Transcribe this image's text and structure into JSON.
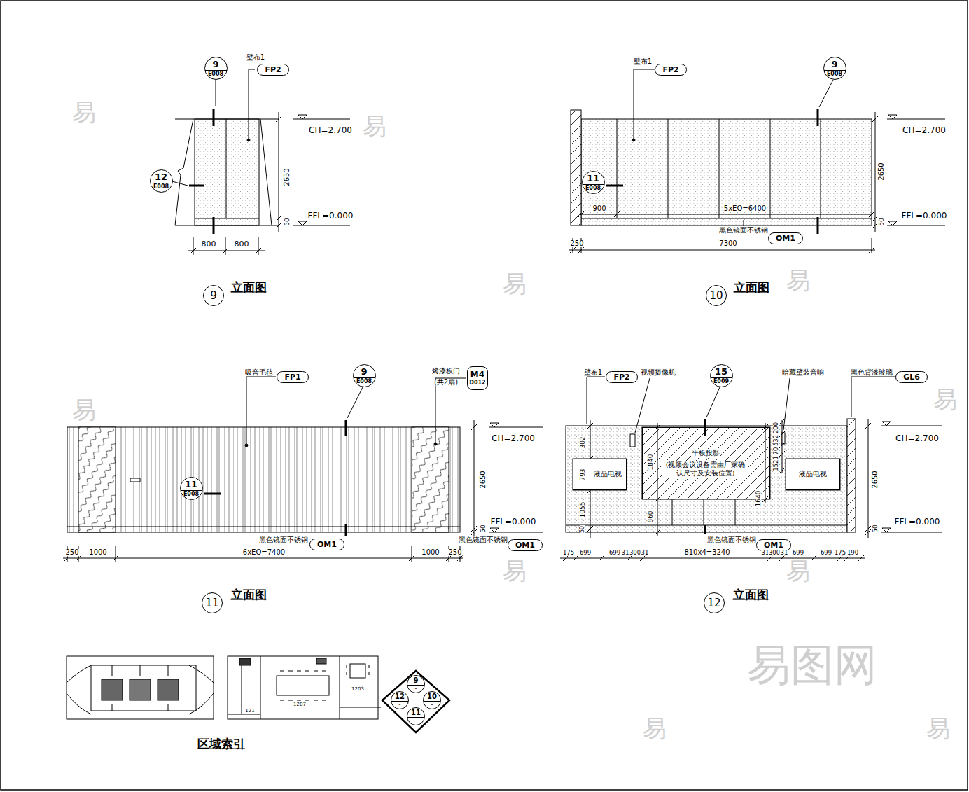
{
  "diagram": {
    "nodes": [
      {
        "text": [
          "9",
          "E008"
        ]
      },
      {
        "text": [
          "FP2"
        ]
      },
      {
        "text": [
          "12",
          "E008"
        ]
      },
      {
        "text": [
          "9"
        ]
      },
      {
        "text": [
          "FP2"
        ]
      },
      {
        "text": [
          "9",
          "E008"
        ]
      },
      {
        "text": [
          "11",
          "E008"
        ]
      },
      {
        "text": [
          "OM1"
        ]
      },
      {
        "text": [
          "10"
        ]
      },
      {
        "text": [
          "FP1"
        ]
      },
      {
        "text": [
          "9",
          "E008"
        ]
      },
      {
        "text": [
          "M4",
          "D012"
        ]
      },
      {
        "text": [
          "11",
          "E008"
        ]
      },
      {
        "text": [
          "OM1"
        ]
      },
      {
        "text": [
          "OM1"
        ]
      },
      {
        "text": [
          "11"
        ]
      },
      {
        "text": [
          "FP2"
        ]
      },
      {
        "text": [
          "15",
          "E009"
        ]
      },
      {
        "text": [
          "GL6"
        ]
      },
      {
        "text": [
          "液晶电视"
        ]
      },
      {
        "text": [
          "平板投影",
          "(视频会议设备需由厂家确认尺寸及安装位置)"
        ]
      },
      {
        "text": [
          "液晶电视"
        ]
      },
      {
        "text": [
          "OM1"
        ]
      },
      {
        "text": [
          "12"
        ]
      },
      {
        "text": [
          "9",
          "-"
        ]
      },
      {
        "text": [
          "12",
          "-"
        ]
      },
      {
        "text": [
          "10",
          "-"
        ]
      },
      {
        "text": [
          "11",
          "-"
        ]
      }
    ],
    "labels": [
      "壁布1",
      "CH=2.700",
      "2650",
      "FFL=0.000",
      "50",
      "800",
      "800",
      "立面图",
      "壁布1",
      "黑色镜面不锈钢",
      "CH=2.700",
      "2650",
      "FFL=0.000",
      "50",
      "900",
      "5xEQ=6400",
      "250",
      "7300",
      "立面图",
      "吸音毛毡",
      "烤漆板门",
      "(共2扇)",
      "黑色镜面不锈钢",
      "黑色镜面不锈钢",
      "CH=2.700",
      "2650",
      "FFL=0.000",
      "50",
      "250",
      "1000",
      "6xEQ=7400",
      "1000",
      "250",
      "立面图",
      "壁布1",
      "视频摄像机",
      "暗藏壁装音响",
      "黑色背漆玻璃",
      "302",
      "793",
      "1055",
      "50",
      "1840",
      "860",
      "200",
      "532",
      "70",
      "1521",
      "1640",
      "黑色镜面不锈钢",
      "CH=2.700",
      "2650",
      "FFL=0.000",
      "50",
      "175",
      "699",
      "699",
      "31",
      "300",
      "31",
      "810x4=3240",
      "31",
      "300",
      "31",
      "699",
      "699",
      "175",
      "190",
      "立面图",
      "1207",
      "121",
      "1203",
      "区域索引",
      "易图网",
      "易",
      "易",
      "易",
      "易",
      "易",
      "易",
      "易",
      "易",
      "易",
      "易"
    ]
  }
}
